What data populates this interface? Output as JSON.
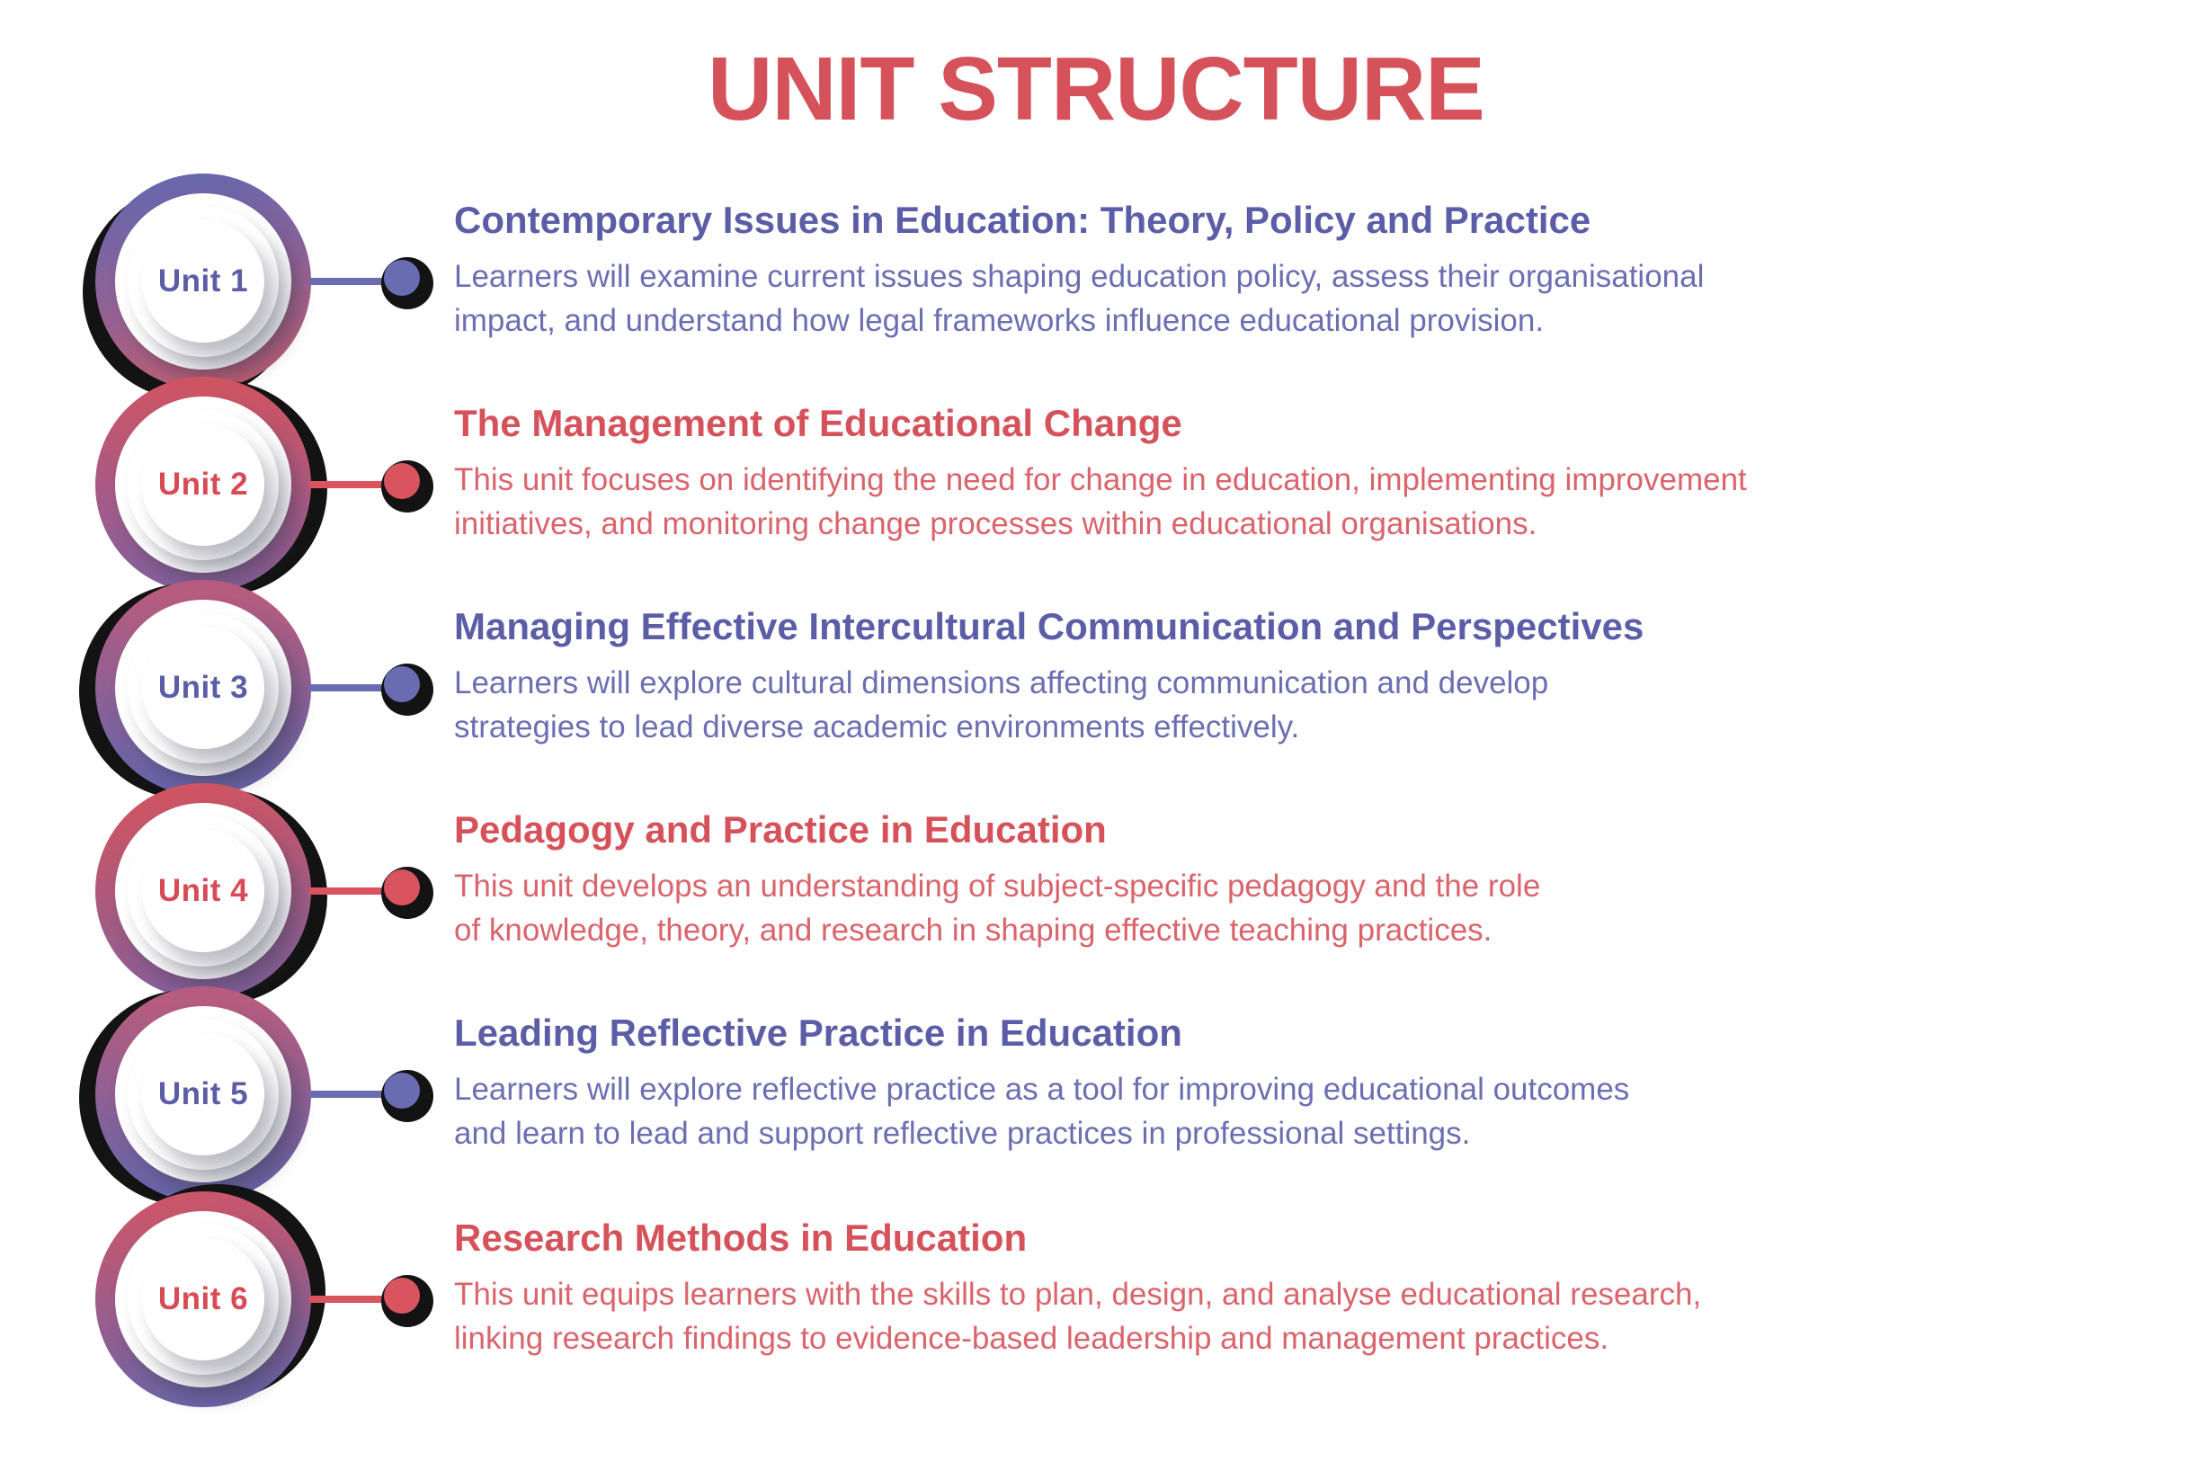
{
  "title": "UNIT STRUCTURE",
  "colors": {
    "title_red": "#d5525b",
    "red_heading": "#d5525b",
    "red_body": "#d9646c",
    "red_badge_label": "#d84b55",
    "purple_heading": "#5b5ea6",
    "purple_body": "#6b6fb2",
    "ring_black": "#131313"
  },
  "units": [
    {
      "badge": "Unit 1",
      "accent": "purple",
      "title": "Contemporary Issues in Education: Theory, Policy and Practice",
      "body_lines": [
        "Learners will examine current issues shaping education policy, assess their organisational",
        "impact, and understand how legal frameworks influence educational provision."
      ]
    },
    {
      "badge": "Unit 2",
      "accent": "red",
      "title": "The Management of Educational Change",
      "body_lines": [
        "This unit focuses on identifying the need for change in education, implementing improvement",
        "initiatives, and monitoring change processes within educational organisations."
      ]
    },
    {
      "badge": "Unit 3",
      "accent": "purple",
      "title": "Managing Effective Intercultural Communication and Perspectives",
      "body_lines": [
        "Learners will explore cultural dimensions affecting communication and develop",
        "strategies to lead diverse academic environments effectively."
      ]
    },
    {
      "badge": "Unit 4",
      "accent": "red",
      "title": "Pedagogy and Practice in Education",
      "body_lines": [
        "This unit develops an understanding of subject-specific pedagogy and the role",
        "of knowledge, theory, and research in shaping effective teaching practices."
      ]
    },
    {
      "badge": "Unit 5",
      "accent": "purple",
      "title": "Leading Reflective Practice in Education",
      "body_lines": [
        "Learners will explore reflective practice as a tool for improving educational outcomes",
        "and learn to lead and support reflective practices in professional settings."
      ]
    },
    {
      "badge": "Unit 6",
      "accent": "red",
      "title": "Research Methods in Education",
      "body_lines": [
        "This unit equips learners with the skills to plan, design, and analyse educational research,",
        "linking research findings to evidence-based leadership and management practices."
      ]
    }
  ]
}
